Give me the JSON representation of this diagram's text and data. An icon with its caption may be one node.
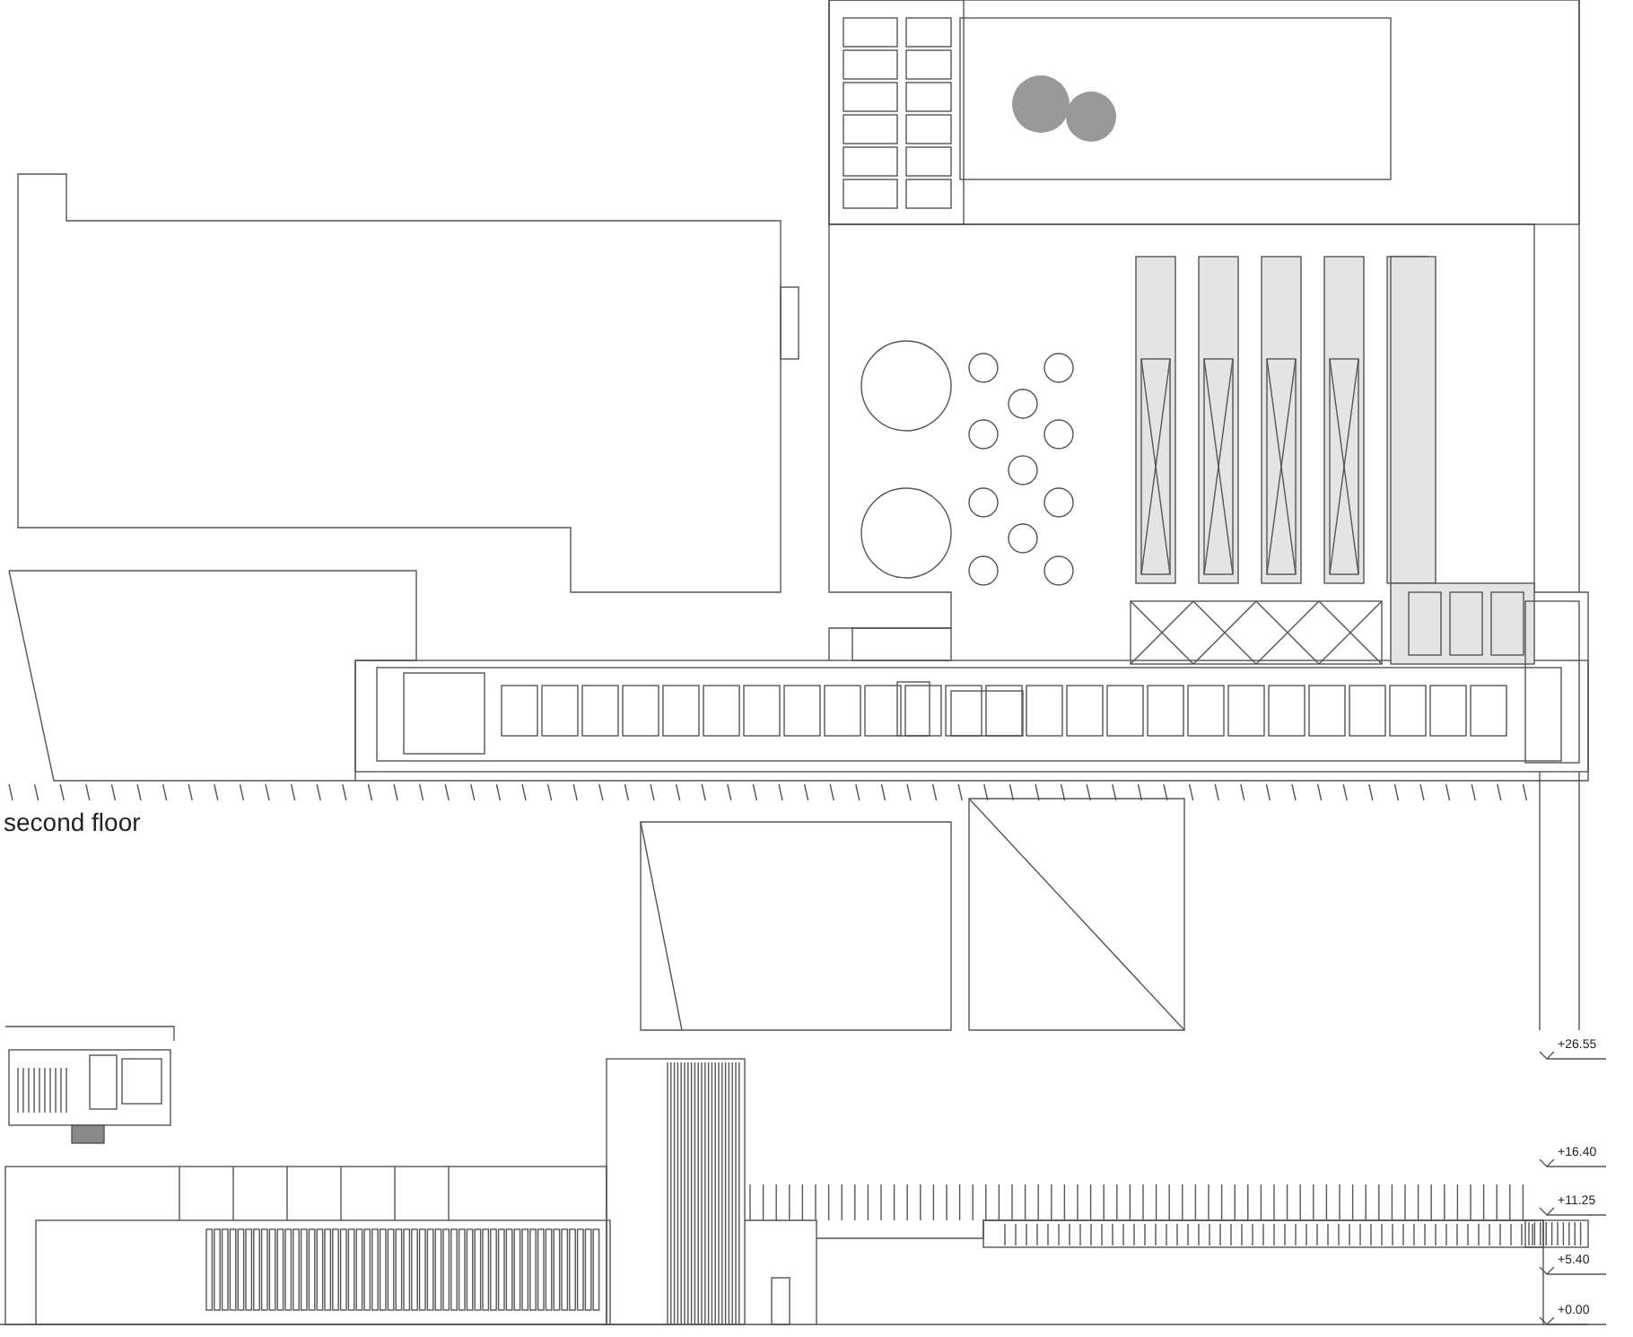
{
  "diagram": {
    "labels": [
      "second floor",
      "+26.55",
      "+16.40",
      "+11.25",
      "+5.40",
      "+0.00"
    ]
  }
}
